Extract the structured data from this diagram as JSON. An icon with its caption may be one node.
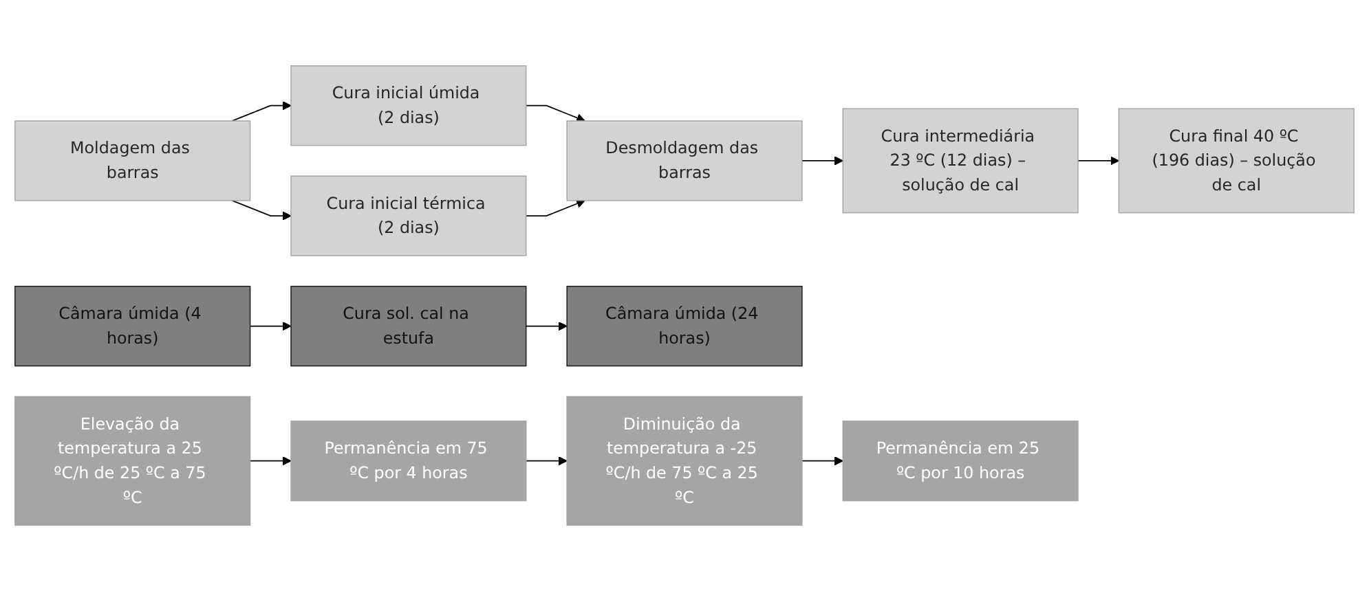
{
  "diagram": {
    "nodes": [
      {
        "text": [
          "Moldagem das barras"
        ]
      },
      {
        "text": [
          "Cura inicial úmida (2 dias)"
        ]
      },
      {
        "text": [
          "Cura inicial térmica (2 dias)"
        ]
      },
      {
        "text": [
          "Desmoldagem das barras"
        ]
      },
      {
        "text": [
          "Cura intermediária 23 ºC (12 dias) – solução de cal"
        ]
      },
      {
        "text": [
          "Cura final 40 ºC (196 dias) – solução de cal"
        ]
      },
      {
        "text": [
          "Câmara úmida (4 horas)"
        ]
      },
      {
        "text": [
          "Cura sol. cal na estufa"
        ]
      },
      {
        "text": [
          "Câmara úmida (24 horas)"
        ]
      },
      {
        "text": [
          "Elevação da temperatura a 25 ºC/h de 25 ºC a 75 ºC"
        ]
      },
      {
        "text": [
          "Permanência em 75 ºC por 4 horas"
        ]
      },
      {
        "text": [
          "Diminuição da temperatura a -25 ºC/h de 75 ºC a 25 ºC"
        ]
      },
      {
        "text": [
          "Permanência em 25 ºC por 10 horas"
        ]
      }
    ],
    "edges": [
      {
        "from": 0,
        "to": 1,
        "arrow": "to"
      },
      {
        "from": 0,
        "to": 2,
        "arrow": "to"
      },
      {
        "from": 1,
        "to": 3,
        "arrow": "to"
      },
      {
        "from": 2,
        "to": 3,
        "arrow": "to"
      },
      {
        "from": 3,
        "to": 4,
        "arrow": "to"
      },
      {
        "from": 4,
        "to": 5,
        "arrow": "to"
      },
      {
        "from": 6,
        "to": 7,
        "arrow": "to"
      },
      {
        "from": 7,
        "to": 8,
        "arrow": "to"
      },
      {
        "from": 9,
        "to": 10,
        "arrow": "to"
      },
      {
        "from": 10,
        "to": 11,
        "arrow": "to"
      },
      {
        "from": 11,
        "to": 12,
        "arrow": "to"
      }
    ]
  }
}
